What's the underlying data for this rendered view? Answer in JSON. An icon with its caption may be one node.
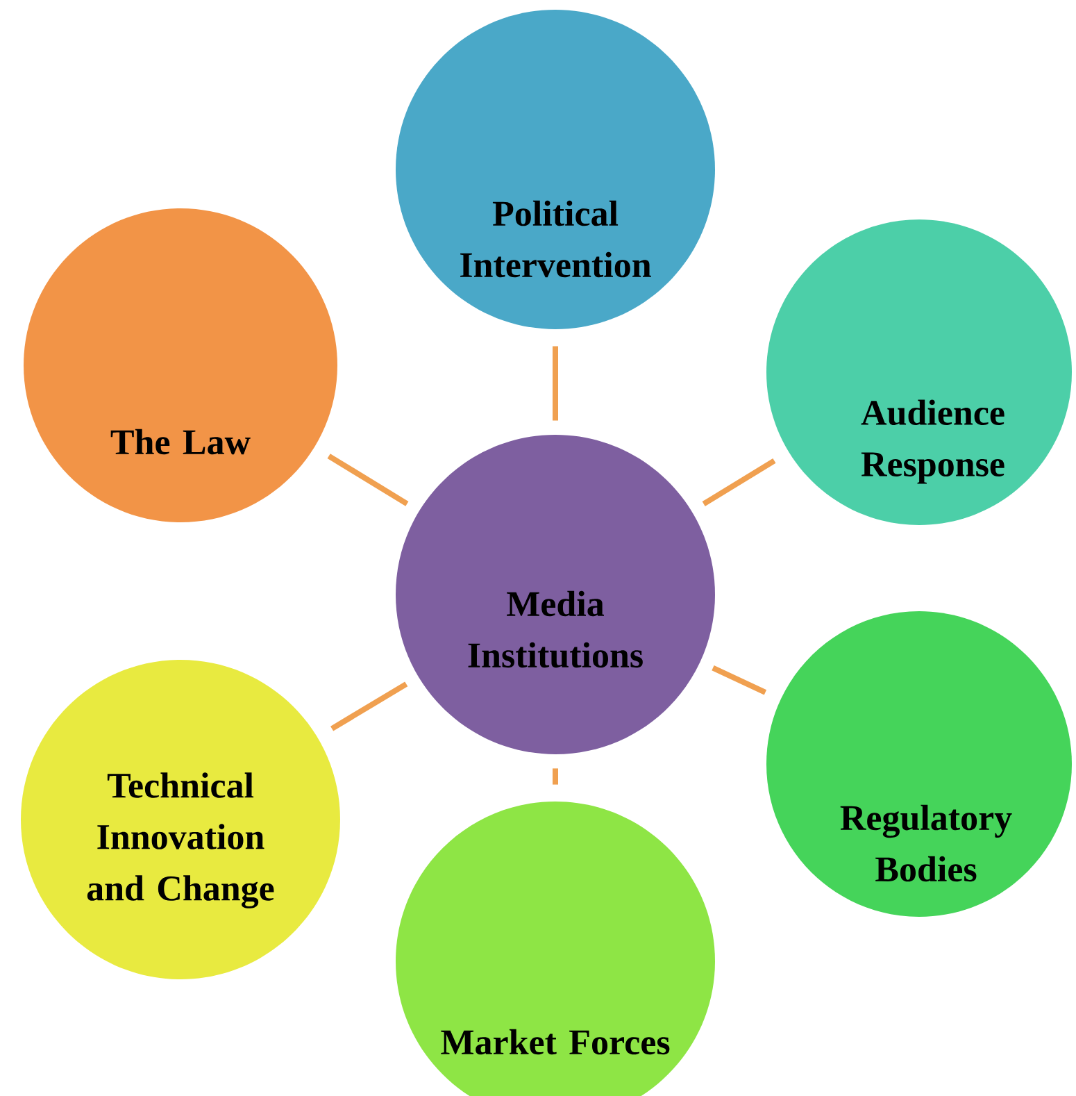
{
  "diagram": {
    "nodes": [
      {
        "text": [
          "Political Intervention"
        ]
      },
      {
        "text": [
          "The Law"
        ]
      },
      {
        "text": [
          "Audience Response"
        ]
      },
      {
        "text": [
          "Media Institutions"
        ]
      },
      {
        "text": [
          "Technical Innovation and Change"
        ]
      },
      {
        "text": [
          "Regulatory Bodies"
        ]
      },
      {
        "text": [
          "Market Forces"
        ]
      }
    ],
    "edges": [
      {
        "from": 3,
        "to": 0,
        "arrow": "none"
      },
      {
        "from": 3,
        "to": 1,
        "arrow": "none"
      },
      {
        "from": 3,
        "to": 2,
        "arrow": "none"
      },
      {
        "from": 3,
        "to": 4,
        "arrow": "none"
      },
      {
        "from": 3,
        "to": 5,
        "arrow": "none"
      },
      {
        "from": 3,
        "to": 6,
        "arrow": "none"
      }
    ]
  }
}
